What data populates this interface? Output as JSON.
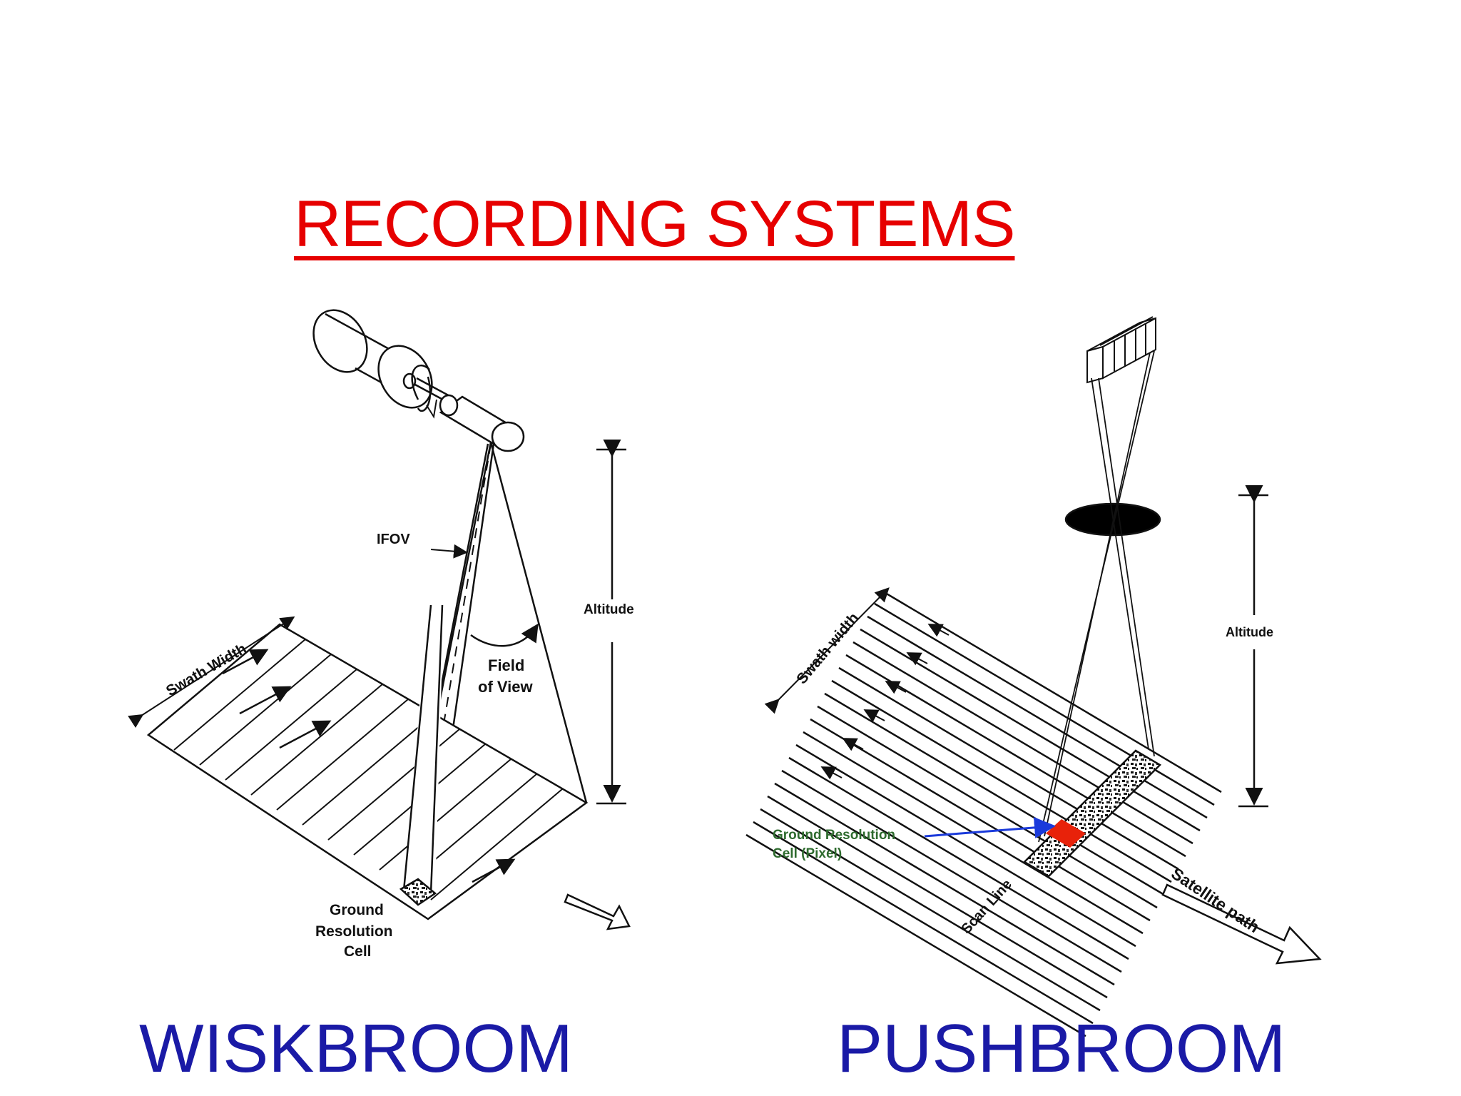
{
  "slide": {
    "title": "RECORDING SYSTEMS",
    "left_caption": "WISKBROOM",
    "right_caption": "PUSHBROOM"
  },
  "whiskbroom_diagram": {
    "labels": {
      "ifov": "IFOV",
      "altitude": "Altitude",
      "field_of_view_line1": "Field",
      "field_of_view_line2": "of View",
      "swath_width": "Swath Width",
      "ground_resolution_cell_line1": "Ground",
      "ground_resolution_cell_line2": "Resolution",
      "ground_resolution_cell_line3": "Cell"
    }
  },
  "pushbroom_diagram": {
    "labels": {
      "swath_width": "Swath width",
      "altitude": "Altitude",
      "ground_resolution_cell_line1": "Ground Resolution",
      "ground_resolution_cell_line2": "Cell (Pixel)",
      "scan_line": "Scan Line",
      "satellite_path": "Satellite path"
    },
    "colors": {
      "highlight_pixel": "#e8220a",
      "pointer_arrow": "#1a3adb",
      "pixel_label_text": "#2e6b2e"
    }
  },
  "colors": {
    "title": "#e60000",
    "captions": "#1a1aa6"
  }
}
